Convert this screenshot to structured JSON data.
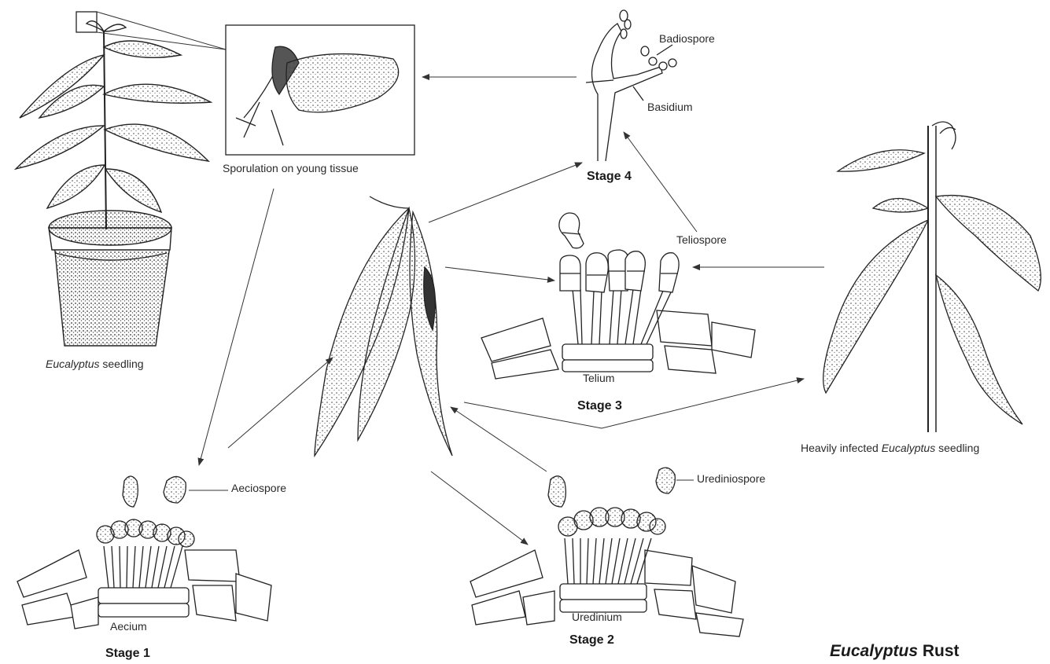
{
  "title": {
    "italic": "Eucalyptus",
    "rest": " Rust"
  },
  "labels": {
    "seedling": {
      "italic": "Eucalyptus",
      "rest": " seedling"
    },
    "sporulation": "Sporulation on young tissue",
    "heavily_infected": {
      "pre": "Heavily infected ",
      "italic": "Eucalyptus",
      "post": " seedling"
    },
    "badiospore": "Badiospore",
    "basidium": "Basidium",
    "teliospore": "Teliospore",
    "telium": "Telium",
    "aeciospore": "Aeciospore",
    "aecium": "Aecium",
    "urediniospore": "Urediniospore",
    "uredinium": "Uredinium"
  },
  "stages": {
    "stage1": "Stage 1",
    "stage2": "Stage 2",
    "stage3": "Stage 3",
    "stage4": "Stage 4"
  },
  "colors": {
    "ink": "#222222",
    "background": "#ffffff"
  }
}
